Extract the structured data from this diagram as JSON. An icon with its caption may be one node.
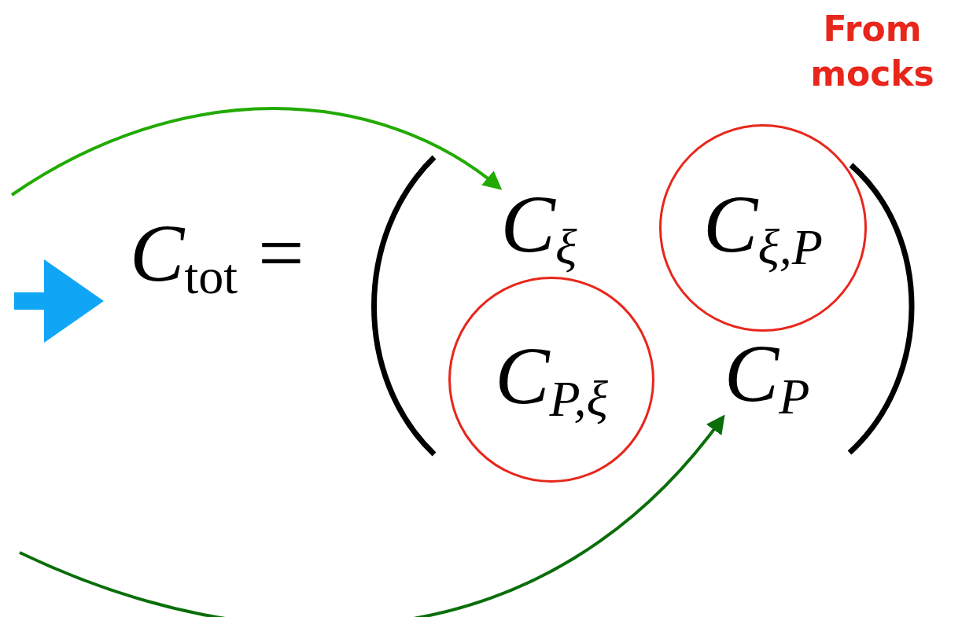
{
  "diagram": {
    "nodes": [
      {
        "text": [
          "C$_{ξ}$"
        ]
      },
      {
        "text": [
          "C$_{ξ,P}$"
        ]
      },
      {
        "text": [
          "C$_{P,ξ}$"
        ]
      },
      {
        "text": [
          "C$_{P}$"
        ]
      }
    ],
    "edges": [
      {
        "from": null,
        "to": 0,
        "arrow": "to",
        "color": "#22aa00"
      },
      {
        "from": null,
        "to": 3,
        "arrow": "to",
        "color": "#0a6e0a"
      }
    ],
    "labels": [
      "*C*$_{tot}$ =",
      "From mocks"
    ]
  }
}
